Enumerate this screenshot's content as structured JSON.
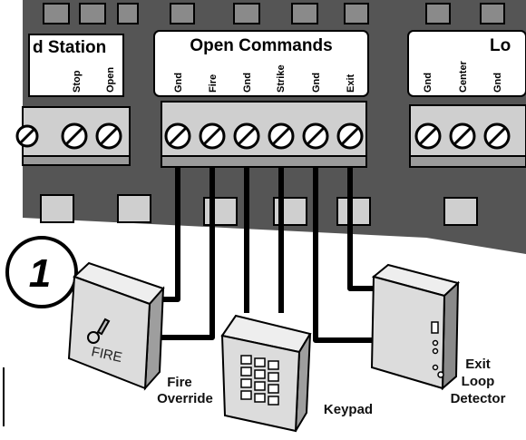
{
  "step_number": "1",
  "terminal_blocks": [
    {
      "header": "d Station",
      "terminals": [
        "Stop",
        "Open"
      ]
    },
    {
      "header": "Open Commands",
      "terminals": [
        "Gnd",
        "Fire",
        "Gnd",
        "Strike",
        "Gnd",
        "Exit"
      ]
    },
    {
      "header": "Lo",
      "terminals": [
        "Gnd",
        "Center",
        "Gnd"
      ]
    }
  ],
  "devices": {
    "fire": {
      "face_text": "FIRE",
      "label_line1": "Fire",
      "label_line2": "Override"
    },
    "keypad": {
      "label": "Keypad"
    },
    "exit": {
      "label_line1": "Exit",
      "label_line2": "Loop",
      "label_line3": "Detector"
    }
  },
  "colors": {
    "board": "#555555",
    "board_dark": "#3f3f3f",
    "relay": "#8a8a8a",
    "block": "#cfcfcf",
    "device": "#dcdcdc",
    "wire": "#000000"
  }
}
